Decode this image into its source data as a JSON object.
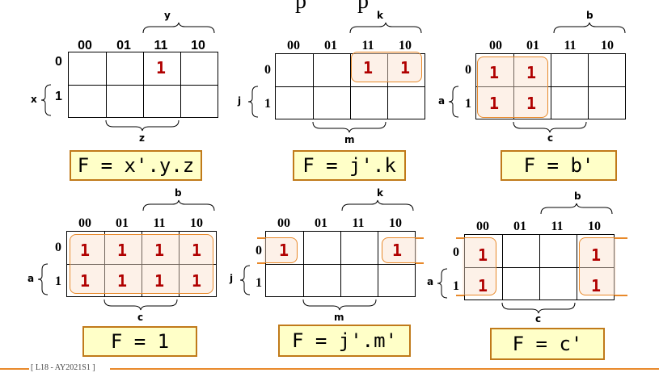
{
  "footer": "[ L18 - AY2021S1 ]",
  "maps": [
    {
      "id": "map1",
      "col_headers": [
        "00",
        "01",
        "11",
        "10"
      ],
      "row_headers": [
        "0",
        "1"
      ],
      "row_var": "x",
      "top_var": "y",
      "bottom_var": "z",
      "cells": [
        [
          "",
          "",
          "1",
          ""
        ],
        [
          "",
          "",
          "",
          ""
        ]
      ],
      "expression": "F = x'.y.z"
    },
    {
      "id": "map2",
      "col_headers": [
        "00",
        "01",
        "11",
        "10"
      ],
      "row_headers": [
        "0",
        "1"
      ],
      "row_var": "j",
      "top_var": "k",
      "bottom_var": "m",
      "cells": [
        [
          "",
          "",
          "1",
          "1"
        ],
        [
          "",
          "",
          "",
          ""
        ]
      ],
      "expression": "F = j'.k"
    },
    {
      "id": "map3",
      "col_headers": [
        "00",
        "01",
        "11",
        "10"
      ],
      "row_headers": [
        "0",
        "1"
      ],
      "row_var": "a",
      "top_var": "b",
      "bottom_var": "c",
      "cells": [
        [
          "1",
          "1",
          "",
          ""
        ],
        [
          "1",
          "1",
          "",
          ""
        ]
      ],
      "expression": "F = b'"
    },
    {
      "id": "map4",
      "col_headers": [
        "00",
        "01",
        "11",
        "10"
      ],
      "row_headers": [
        "0",
        "1"
      ],
      "row_var": "a",
      "top_var": "b",
      "bottom_var": "c",
      "cells": [
        [
          "1",
          "1",
          "1",
          "1"
        ],
        [
          "1",
          "1",
          "1",
          "1"
        ]
      ],
      "expression": "F = 1"
    },
    {
      "id": "map5",
      "col_headers": [
        "00",
        "01",
        "11",
        "10"
      ],
      "row_headers": [
        "0",
        "1"
      ],
      "row_var": "j",
      "top_var": "k",
      "bottom_var": "m",
      "cells": [
        [
          "1",
          "",
          "",
          "1"
        ],
        [
          "",
          "",
          "",
          ""
        ]
      ],
      "expression": "F = j'.m'"
    },
    {
      "id": "map6",
      "col_headers": [
        "00",
        "01",
        "11",
        "10"
      ],
      "row_headers": [
        "0",
        "1"
      ],
      "row_var": "a",
      "top_var": "b",
      "bottom_var": "c",
      "cells": [
        [
          "1",
          "",
          "",
          "1"
        ],
        [
          "1",
          "",
          "",
          "1"
        ]
      ],
      "expression": "F = c'"
    }
  ]
}
